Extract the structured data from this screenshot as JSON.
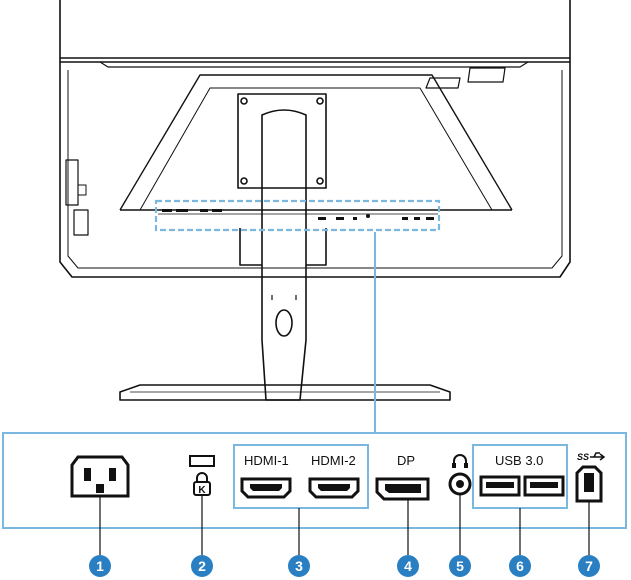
{
  "colors": {
    "accent": "#7ab8e0",
    "callout": "#2a7fc2",
    "line": "#111111"
  },
  "ports": [
    {
      "id": 1,
      "icon": "ac-power-inlet-icon"
    },
    {
      "id": 2,
      "icon": "kensington-lock-icon"
    },
    {
      "id": 3,
      "icon": "hdmi-port-icon",
      "labels": [
        "HDMI-1",
        "HDMI-2"
      ]
    },
    {
      "id": 4,
      "icon": "displayport-icon",
      "label": "DP"
    },
    {
      "id": 5,
      "icon": "headphone-jack-icon"
    },
    {
      "id": 6,
      "icon": "usb-a-port-icon",
      "label": "USB 3.0"
    },
    {
      "id": 7,
      "icon": "usb-b-port-icon"
    }
  ],
  "callouts": [
    "1",
    "2",
    "3",
    "4",
    "5",
    "6",
    "7"
  ]
}
